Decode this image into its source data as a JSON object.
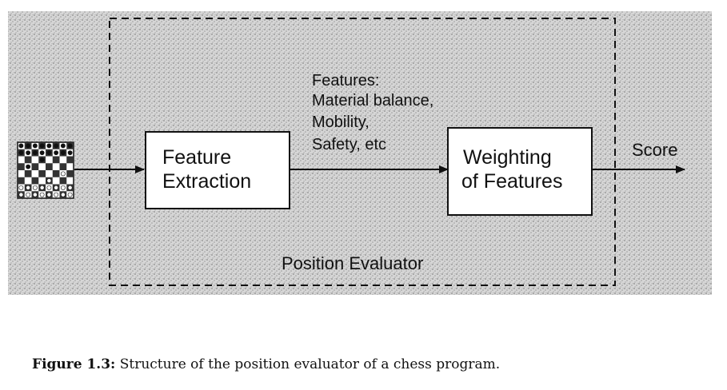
{
  "diagram": {
    "feature_extraction_lines": [
      "Feature",
      "Extraction"
    ],
    "weighting_lines": [
      "Weighting",
      "of Features"
    ],
    "features_note_lines": [
      "Features:",
      "Material balance,",
      "Mobility,",
      "Safety, etc"
    ],
    "output_label": "Score",
    "container_label": "Position Evaluator",
    "input_icon": "chessboard-icon",
    "colors": {
      "ink": "#111111",
      "box_fill": "#ffffff",
      "stipple_bg": "#d9d9d9",
      "page_bg": "#ffffff"
    }
  },
  "caption": {
    "label": "Figure 1.3:",
    "text": " Structure of the position evaluator of a chess program."
  }
}
